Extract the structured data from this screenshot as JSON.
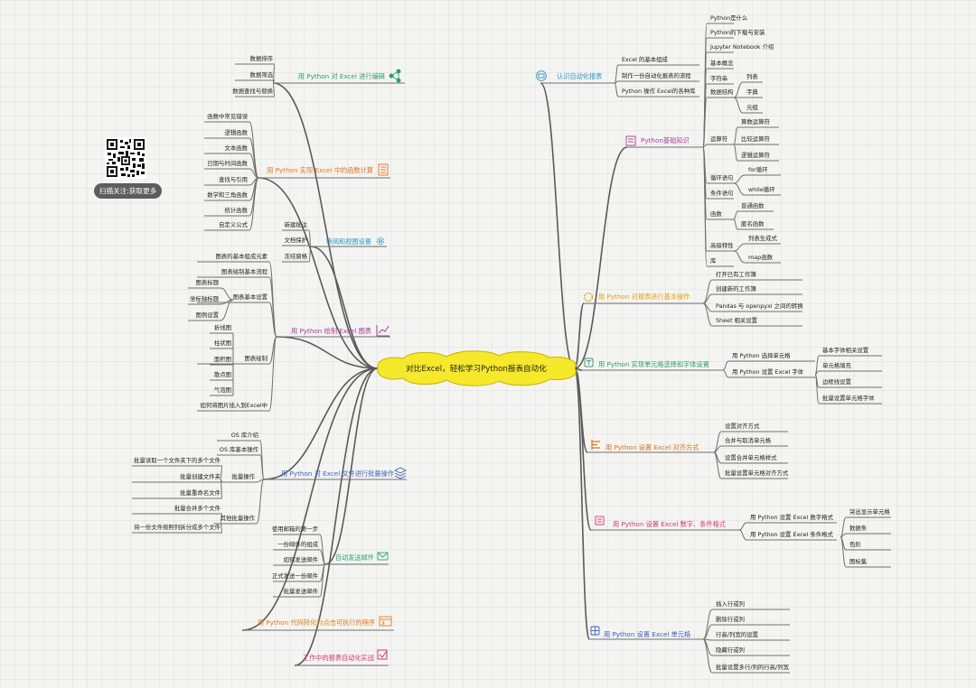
{
  "root": {
    "title": "对比Excel，轻松学习Python报表自动化"
  },
  "qr": {
    "caption": "扫描关注:获取更多"
  },
  "branches": [
    {
      "id": "b1",
      "label": "用 Python 对 Excel 进行编辑",
      "color": "#2ba06a",
      "icon": "network-icon",
      "children": [
        {
          "label": "数据排序"
        },
        {
          "label": "数据筛选"
        },
        {
          "label": "数据查找与替换"
        }
      ]
    },
    {
      "id": "b2",
      "label": "用 Python 实现 Excel 中的函数计算",
      "color": "#e0741c",
      "icon": "calculator-icon",
      "children": [
        {
          "label": "函数中常见错误"
        },
        {
          "label": "逻辑函数"
        },
        {
          "label": "文本函数"
        },
        {
          "label": "日期与时间函数"
        },
        {
          "label": "查找与引用"
        },
        {
          "label": "数学和三角函数"
        },
        {
          "label": "统计函数"
        },
        {
          "label": "自定义公式"
        }
      ]
    },
    {
      "id": "b3",
      "label": "审阅和视图设置",
      "color": "#2c98c4",
      "icon": "gear-icon",
      "children": [
        {
          "label": "新建批注"
        },
        {
          "label": "文档保护"
        },
        {
          "label": "冻结窗格"
        }
      ]
    },
    {
      "id": "b4",
      "label": "用 Python 绘制 Excel 图表",
      "color": "#a83c9c",
      "icon": "chart-icon",
      "children": [
        {
          "label": "图表的基本组成元素"
        },
        {
          "label": "图表绘制基本流程"
        },
        {
          "label": "图表基本设置",
          "children": [
            {
              "label": "图表标题"
            },
            {
              "label": "坐标轴标题"
            },
            {
              "label": "图例设置"
            }
          ]
        },
        {
          "label": "图表绘制",
          "children": [
            {
              "label": "折线图"
            },
            {
              "label": "柱状图"
            },
            {
              "label": "面积图"
            },
            {
              "label": "散点图"
            },
            {
              "label": "气泡图"
            }
          ]
        },
        {
          "label": "如何将图片插入到Excel中"
        }
      ]
    },
    {
      "id": "b5",
      "label": "用 Python 对 Excel 文件进行批量操作",
      "color": "#3f5fbf",
      "icon": "layers-icon",
      "children": [
        {
          "label": "OS 库介绍"
        },
        {
          "label": "OS 库基本操作"
        },
        {
          "label": "批量操作",
          "children": [
            {
              "label": "批量读取一个文件夹下的多个文件"
            },
            {
              "label": "批量创建文件夹"
            },
            {
              "label": "批量重命名文件"
            }
          ]
        },
        {
          "label": "其他批量操作",
          "children": [
            {
              "label": "批量合并多个文件"
            },
            {
              "label": "将一份文件按照列拆分成多个文件"
            }
          ]
        }
      ]
    },
    {
      "id": "b6",
      "label": "自动发送邮件",
      "color": "#32a36e",
      "icon": "mail-icon",
      "children": [
        {
          "label": "使用邮箱的第一步"
        },
        {
          "label": "一份邮件的组成"
        },
        {
          "label": "如何发送邮件"
        },
        {
          "label": "正式发送一份邮件"
        },
        {
          "label": "批量发送邮件"
        }
      ]
    },
    {
      "id": "b7",
      "label": "用 Python 代码转化为点击可执行的程序",
      "color": "#e0801c",
      "icon": "program-icon",
      "children": []
    },
    {
      "id": "b8",
      "label": "工作中的报表自动化实战",
      "color": "#d23a6a",
      "icon": "checkbox-icon",
      "children": []
    },
    {
      "id": "b9",
      "label": "认识自动化报表",
      "color": "#2c98c4",
      "icon": "robot-icon",
      "children": [
        {
          "label": "Excel 的基本组成"
        },
        {
          "label": "制作一份自动化报表的流程"
        },
        {
          "label": "Python 操作 Excel的各种库"
        }
      ]
    },
    {
      "id": "b10",
      "label": "Python基础知识",
      "color": "#a83c9c",
      "icon": "book-icon",
      "children": [
        {
          "label": "Python是什么"
        },
        {
          "label": "Python的下载与安装"
        },
        {
          "label": "Jupyter Notebook 介绍"
        },
        {
          "label": "基本概念"
        },
        {
          "label": "字符串"
        },
        {
          "label": "数据结构",
          "children": [
            {
              "label": "列表"
            },
            {
              "label": "字典"
            },
            {
              "label": "元组"
            }
          ]
        },
        {
          "label": "运算符",
          "children": [
            {
              "label": "算数运算符"
            },
            {
              "label": "比较运算符"
            },
            {
              "label": "逻辑运算符"
            }
          ]
        },
        {
          "label": "循环语句",
          "children": [
            {
              "label": "for循环"
            },
            {
              "label": "while循环"
            }
          ]
        },
        {
          "label": "条件语句"
        },
        {
          "label": "函数",
          "children": [
            {
              "label": "普通函数"
            },
            {
              "label": "匿名函数"
            }
          ]
        },
        {
          "label": "高级特性",
          "children": [
            {
              "label": "列表生成式"
            },
            {
              "label": "map函数"
            }
          ]
        },
        {
          "label": "库"
        }
      ]
    },
    {
      "id": "b11",
      "label": "用 Python 对报表进行基本操作",
      "color": "#e8a015",
      "icon": "sun-icon",
      "children": [
        {
          "label": "打开已有工作簿"
        },
        {
          "label": "创建新的工作簿"
        },
        {
          "label": "Pandas 与 openpyxl 之间的转换"
        },
        {
          "label": "Sheet 相关设置"
        }
      ]
    },
    {
      "id": "b12",
      "label": "用 Python 实现单元格选择和字体设置",
      "color": "#2ba06a",
      "icon": "text-icon",
      "children": [
        {
          "label": "用 Python 选择单元格"
        },
        {
          "label": "用 Python 设置 Excel 字体",
          "children": [
            {
              "label": "基本字体相关设置"
            },
            {
              "label": "单元格填充"
            },
            {
              "label": "边框线设置"
            },
            {
              "label": "批量设置单元格字体"
            }
          ]
        }
      ]
    },
    {
      "id": "b13",
      "label": "用 Python 设置 Excel 对齐方式",
      "color": "#e0741c",
      "icon": "align-icon",
      "children": [
        {
          "label": "设置对齐方式"
        },
        {
          "label": "合并与取消单元格"
        },
        {
          "label": "设置合并单元格样式"
        },
        {
          "label": "批量设置单元格对齐方式"
        }
      ]
    },
    {
      "id": "b14",
      "label": "用 Python 设置 Excel 数字、条件格式",
      "color": "#d23a6a",
      "icon": "number-icon",
      "children": [
        {
          "label": "用 Python 设置 Excel 数字格式"
        },
        {
          "label": "用 Python 设置 Excel 条件格式",
          "children": [
            {
              "label": "突出显示单元格"
            },
            {
              "label": "数据条"
            },
            {
              "label": "色阶"
            },
            {
              "label": "图标集"
            }
          ]
        }
      ]
    },
    {
      "id": "b15",
      "label": "用 Python 设置 Excel 单元格",
      "color": "#3f5fbf",
      "icon": "cell-icon",
      "children": [
        {
          "label": "插入行或列"
        },
        {
          "label": "删除行或列"
        },
        {
          "label": "行高/列宽的设置"
        },
        {
          "label": "隐藏行或列"
        },
        {
          "label": "批量设置多行/列的行高/列宽"
        }
      ]
    }
  ]
}
